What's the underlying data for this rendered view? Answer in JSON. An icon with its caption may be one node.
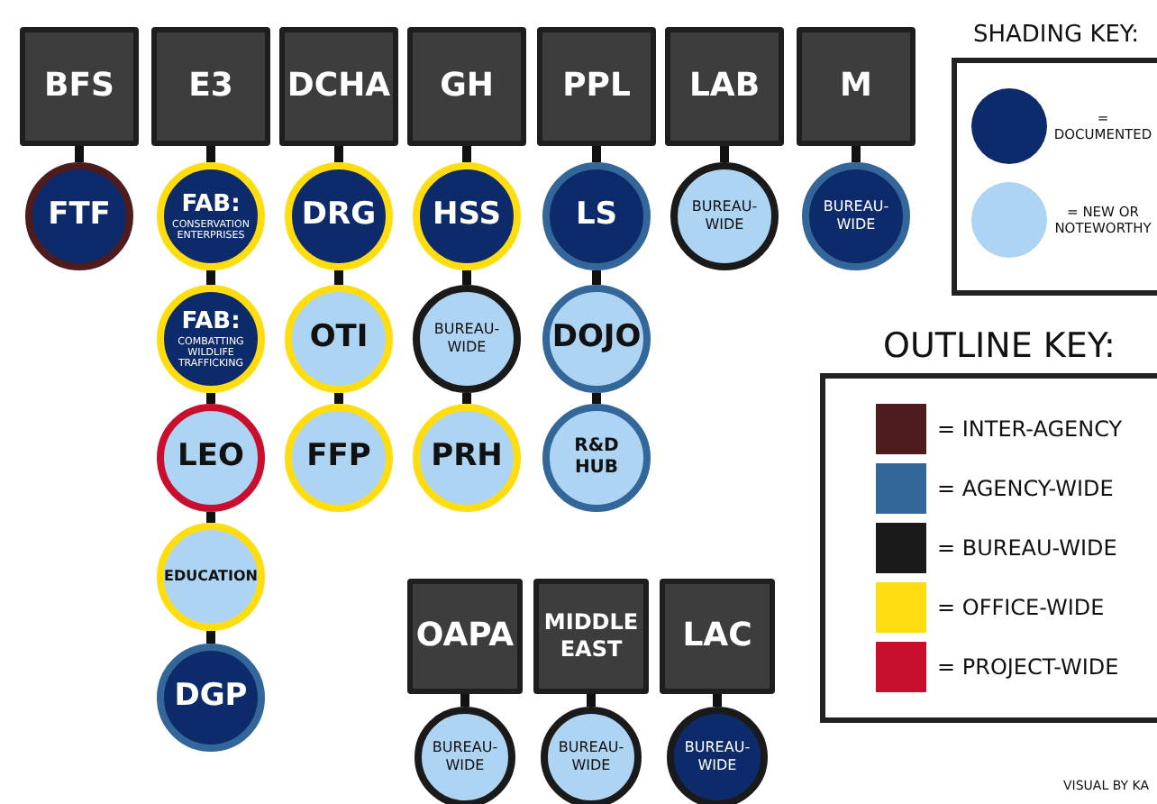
{
  "diagram": {
    "nodes": [
      {
        "text": [
          "BFS"
        ]
      },
      {
        "text": [
          "E3"
        ]
      },
      {
        "text": [
          "DCHA"
        ]
      },
      {
        "text": [
          "GH"
        ]
      },
      {
        "text": [
          "PPL"
        ]
      },
      {
        "text": [
          "LAB"
        ]
      },
      {
        "text": [
          "M"
        ]
      },
      {
        "text": [
          "FTF"
        ]
      },
      {
        "text": [
          "FAB:",
          "CONSERVATION ENTERPRISES"
        ]
      },
      {
        "text": [
          "DRG"
        ]
      },
      {
        "text": [
          "HSS"
        ]
      },
      {
        "text": [
          "LS"
        ]
      },
      {
        "text": [
          "BUREAU-WIDE"
        ]
      },
      {
        "text": [
          "BUREAU-WIDE"
        ]
      },
      {
        "text": [
          "FAB:",
          "COMBATTING WILDLIFE TRAFFICKING"
        ]
      },
      {
        "text": [
          "OTI"
        ]
      },
      {
        "text": [
          "BUREAU-WIDE"
        ]
      },
      {
        "text": [
          "DOJO"
        ]
      },
      {
        "text": [
          "LEO"
        ]
      },
      {
        "text": [
          "FFP"
        ]
      },
      {
        "text": [
          "PRH"
        ]
      },
      {
        "text": [
          "R&D HUB"
        ]
      },
      {
        "text": [
          "EDUCATION"
        ]
      },
      {
        "text": [
          "OAPA"
        ]
      },
      {
        "text": [
          "MIDDLE EAST"
        ]
      },
      {
        "text": [
          "LAC"
        ]
      },
      {
        "text": [
          "DGP"
        ]
      },
      {
        "text": [
          "BUREAU-WIDE"
        ]
      },
      {
        "text": [
          "BUREAU-WIDE"
        ]
      },
      {
        "text": [
          "BUREAU-WIDE"
        ]
      }
    ],
    "edges": [
      {
        "from": 0,
        "to": 7,
        "arrow": "none"
      },
      {
        "from": 1,
        "to": 8,
        "arrow": "none"
      },
      {
        "from": 8,
        "to": 14,
        "arrow": "none"
      },
      {
        "from": 14,
        "to": 18,
        "arrow": "none"
      },
      {
        "from": 18,
        "to": 22,
        "arrow": "none"
      },
      {
        "from": 22,
        "to": 26,
        "arrow": "none"
      },
      {
        "from": 2,
        "to": 9,
        "arrow": "none"
      },
      {
        "from": 9,
        "to": 15,
        "arrow": "none"
      },
      {
        "from": 15,
        "to": 19,
        "arrow": "none"
      },
      {
        "from": 3,
        "to": 10,
        "arrow": "none"
      },
      {
        "from": 10,
        "to": 16,
        "arrow": "none"
      },
      {
        "from": 16,
        "to": 20,
        "arrow": "none"
      },
      {
        "from": 4,
        "to": 11,
        "arrow": "none"
      },
      {
        "from": 11,
        "to": 17,
        "arrow": "none"
      },
      {
        "from": 17,
        "to": 21,
        "arrow": "none"
      },
      {
        "from": 5,
        "to": 12,
        "arrow": "none"
      },
      {
        "from": 6,
        "to": 13,
        "arrow": "none"
      },
      {
        "from": 23,
        "to": 27,
        "arrow": "none"
      },
      {
        "from": 24,
        "to": 28,
        "arrow": "none"
      },
      {
        "from": 25,
        "to": 29,
        "arrow": "none"
      }
    ],
    "labels": [
      "SHADING KEY:",
      "OUTLINE KEY:",
      "VISUAL BY KA"
    ],
    "legend": [
      {
        "text": "= DOCUMENTED",
        "color": "#0d2a6b"
      },
      {
        "text": "= NEW OR NOTEWORTHY",
        "color": "#aed4f4"
      },
      {
        "text": "= INTER-AGENCY",
        "color": "#4f1c1e"
      },
      {
        "text": "= AGENCY-WIDE",
        "color": "#336699"
      },
      {
        "text": "= BUREAU-WIDE",
        "color": "#1a1a1a"
      },
      {
        "text": "= OFFICE-WIDE",
        "color": "#ffdd11"
      },
      {
        "text": "= PROJECT-WIDE",
        "color": "#c8102e"
      }
    ]
  }
}
